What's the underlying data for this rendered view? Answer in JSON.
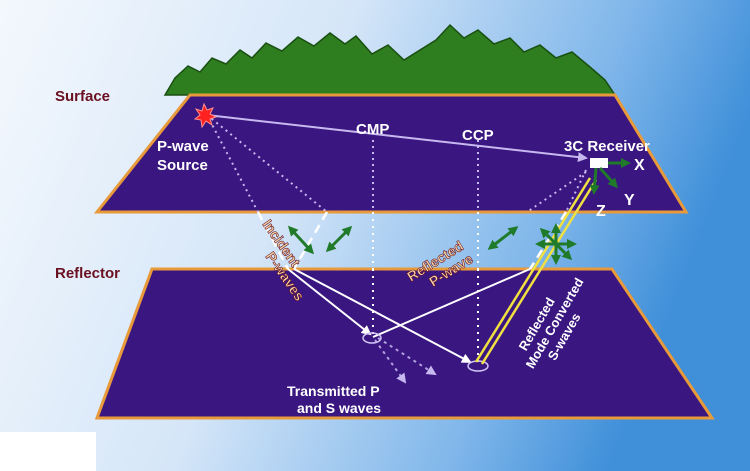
{
  "labels": {
    "surface": "Surface",
    "reflector": "Reflector",
    "pwave_source_line1": "P-wave",
    "pwave_source_line2": "Source",
    "cmp": "CMP",
    "ccp": "CCP",
    "receiver": "3C Receiver",
    "axis_x": "X",
    "axis_y": "Y",
    "axis_z": "Z",
    "incident_line1": "Incident",
    "incident_line2": "P-waves",
    "reflected_p_line1": "Reflected",
    "reflected_p_line2": "P-wave",
    "reflected_s_line1": "Reflected",
    "reflected_s_line2": "Mode Converted",
    "reflected_s_line3": "S-waves",
    "transmitted_line1": "Transmitted P",
    "transmitted_line2": "and S waves"
  },
  "colors": {
    "sky_blue": "#3f8fd9",
    "layer_purple": "#3a1680",
    "layer_border": "#e89a3a",
    "mountain_green": "#2e7d1f",
    "label_maroon": "#6b1020",
    "axis_green": "#1f7a2a",
    "s_wave_yellow": "#f0e040"
  }
}
